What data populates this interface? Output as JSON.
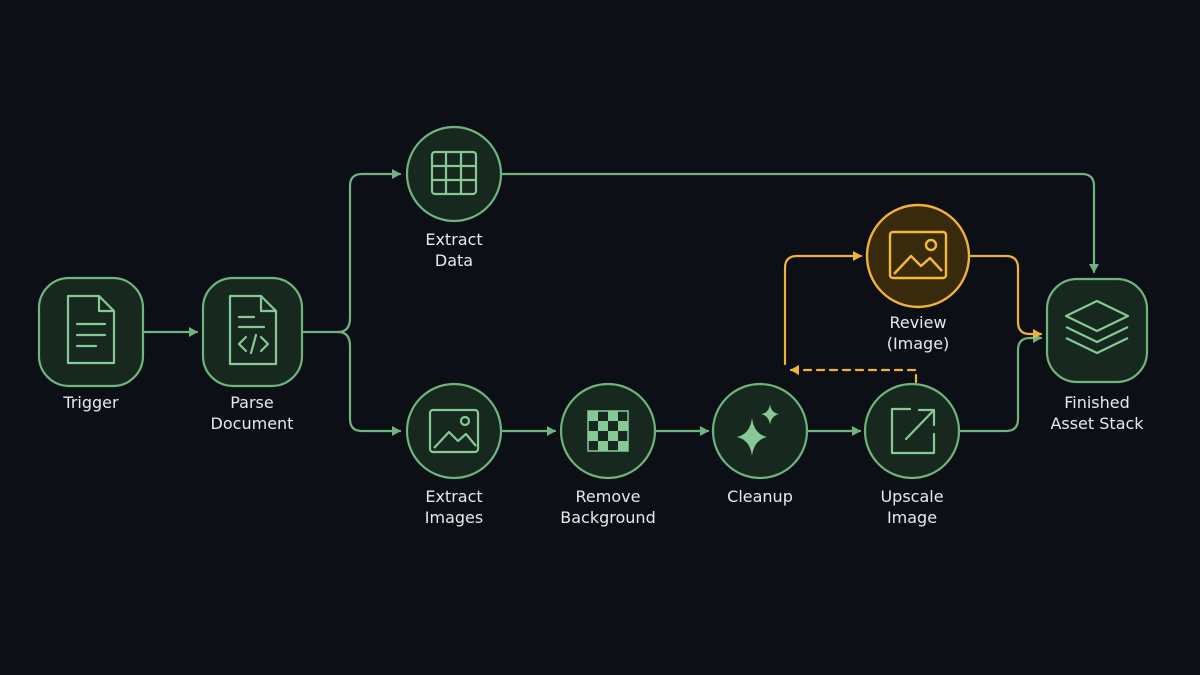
{
  "colors": {
    "background": "#0c0f15",
    "green_stroke": "#6fb37f",
    "green_fill": "#17281e",
    "green_icon": "#86c995",
    "orange_stroke": "#f0b23a",
    "orange_fill": "#3a2a0c",
    "orange_icon": "#f5b83f",
    "label_text": "#e6ebea"
  },
  "nodes": [
    {
      "id": "trigger",
      "icon": "document-icon",
      "lines": [
        "Trigger"
      ],
      "color": "green"
    },
    {
      "id": "parse",
      "icon": "code-document-icon",
      "lines": [
        "Parse",
        "Document"
      ],
      "color": "green"
    },
    {
      "id": "extract-data",
      "icon": "table-icon",
      "lines": [
        "Extract",
        "Data"
      ],
      "color": "green"
    },
    {
      "id": "extract-images",
      "icon": "image-icon",
      "lines": [
        "Extract",
        "Images"
      ],
      "color": "green"
    },
    {
      "id": "remove-bg",
      "icon": "checkerboard-icon",
      "lines": [
        "Remove",
        "Background"
      ],
      "color": "green"
    },
    {
      "id": "cleanup",
      "icon": "sparkle-icon",
      "lines": [
        "Cleanup"
      ],
      "color": "green"
    },
    {
      "id": "upscale",
      "icon": "expand-arrow-icon",
      "lines": [
        "Upscale",
        "Image"
      ],
      "color": "green"
    },
    {
      "id": "review",
      "icon": "image-icon",
      "lines": [
        "Review",
        "(Image)"
      ],
      "color": "orange"
    },
    {
      "id": "finished",
      "icon": "layers-icon",
      "lines": [
        "Finished",
        "Asset Stack"
      ],
      "color": "green"
    }
  ],
  "edges": [
    {
      "from": "trigger",
      "to": "parse",
      "style": "solid",
      "color": "green"
    },
    {
      "from": "parse",
      "to": "extract-data",
      "style": "solid",
      "color": "green"
    },
    {
      "from": "parse",
      "to": "extract-images",
      "style": "solid",
      "color": "green"
    },
    {
      "from": "extract-data",
      "to": "finished",
      "style": "solid",
      "color": "green"
    },
    {
      "from": "extract-images",
      "to": "remove-bg",
      "style": "solid",
      "color": "green"
    },
    {
      "from": "remove-bg",
      "to": "cleanup",
      "style": "solid",
      "color": "green"
    },
    {
      "from": "cleanup",
      "to": "upscale",
      "style": "solid",
      "color": "green"
    },
    {
      "from": "upscale",
      "to": "finished",
      "style": "solid",
      "color": "green"
    },
    {
      "from": "upscale",
      "to": "review-loop",
      "style": "dashed",
      "color": "orange"
    },
    {
      "from": "review-loop",
      "to": "review",
      "style": "solid",
      "color": "orange"
    },
    {
      "from": "review",
      "to": "finished",
      "style": "solid",
      "color": "orange"
    }
  ]
}
